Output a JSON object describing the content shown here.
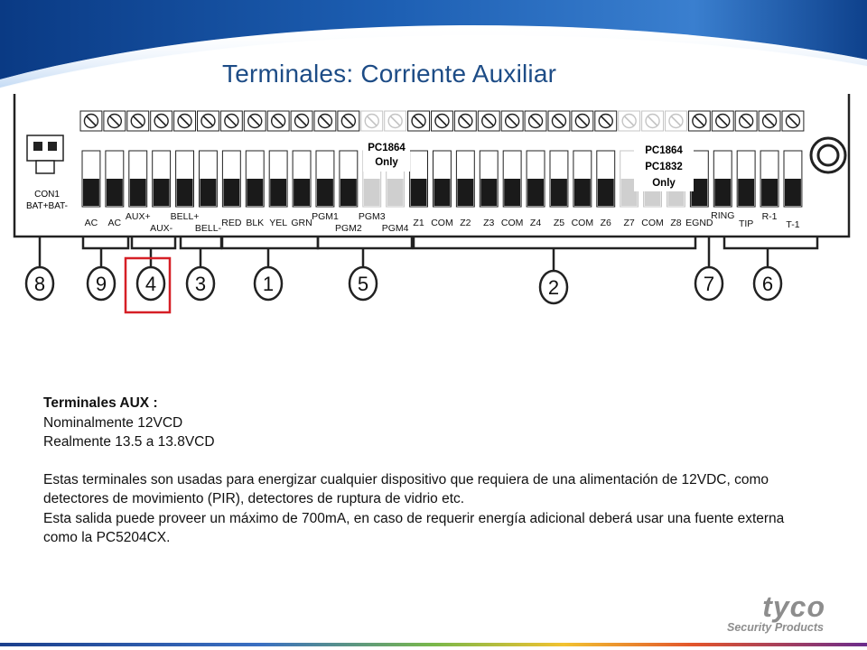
{
  "slide": {
    "title": "Terminales:  Corriente Auxiliar",
    "heading": "Terminales AUX :",
    "lines": [
      "Nominalmente 12VCD",
      "Realmente 13.5 a 13.8VCD"
    ],
    "paragraph": [
      "Estas terminales son usadas para energizar cualquier dispositivo que requiera de una alimentación de 12VDC, como",
      "detectores de movimiento (PIR), detectores de ruptura de vidrio etc.",
      "Esta salida puede proveer un máximo de 700mA, en caso de requerir energía adicional deberá usar una fuente externa",
      "como la PC5204CX."
    ]
  },
  "brand": {
    "logo": "tyco",
    "tagline": "Security Products"
  },
  "board": {
    "connector": {
      "name": "CON1",
      "pins": "BAT+BAT-"
    },
    "pc1864_note": [
      "PC1864",
      "Only"
    ],
    "pc1864_1832_note": [
      "PC1864",
      "PC1832",
      "Only"
    ],
    "terminal_labels": [
      {
        "text": "AC"
      },
      {
        "text": "AC"
      },
      {
        "text": "AUX+"
      },
      {
        "text": "AUX-"
      },
      {
        "text": "BELL+"
      },
      {
        "text": "BELL-"
      },
      {
        "text": "RED"
      },
      {
        "text": "BLK"
      },
      {
        "text": "YEL"
      },
      {
        "text": "GRN"
      },
      {
        "text": "PGM1"
      },
      {
        "text": "PGM2"
      },
      {
        "text": "PGM3"
      },
      {
        "text": "PGM4"
      },
      {
        "text": "Z1"
      },
      {
        "text": "COM"
      },
      {
        "text": "Z2"
      },
      {
        "text": "Z3"
      },
      {
        "text": "COM"
      },
      {
        "text": "Z4"
      },
      {
        "text": "Z5"
      },
      {
        "text": "COM"
      },
      {
        "text": "Z6"
      },
      {
        "text": "Z7"
      },
      {
        "text": "COM"
      },
      {
        "text": "Z8"
      },
      {
        "text": "EGND"
      },
      {
        "text": "RING"
      },
      {
        "text": "TIP"
      },
      {
        "text": "R-1"
      },
      {
        "text": "T-1"
      }
    ],
    "group_numbers": [
      "8",
      "9",
      "4",
      "3",
      "1",
      "5",
      "2",
      "7",
      "6"
    ],
    "highlighted_group": "4"
  },
  "colors": {
    "title": "#1d4c86",
    "highlight": "#d61f26",
    "brand_gray": "#8d8d8d",
    "header_blue": "#0d3f8a"
  }
}
